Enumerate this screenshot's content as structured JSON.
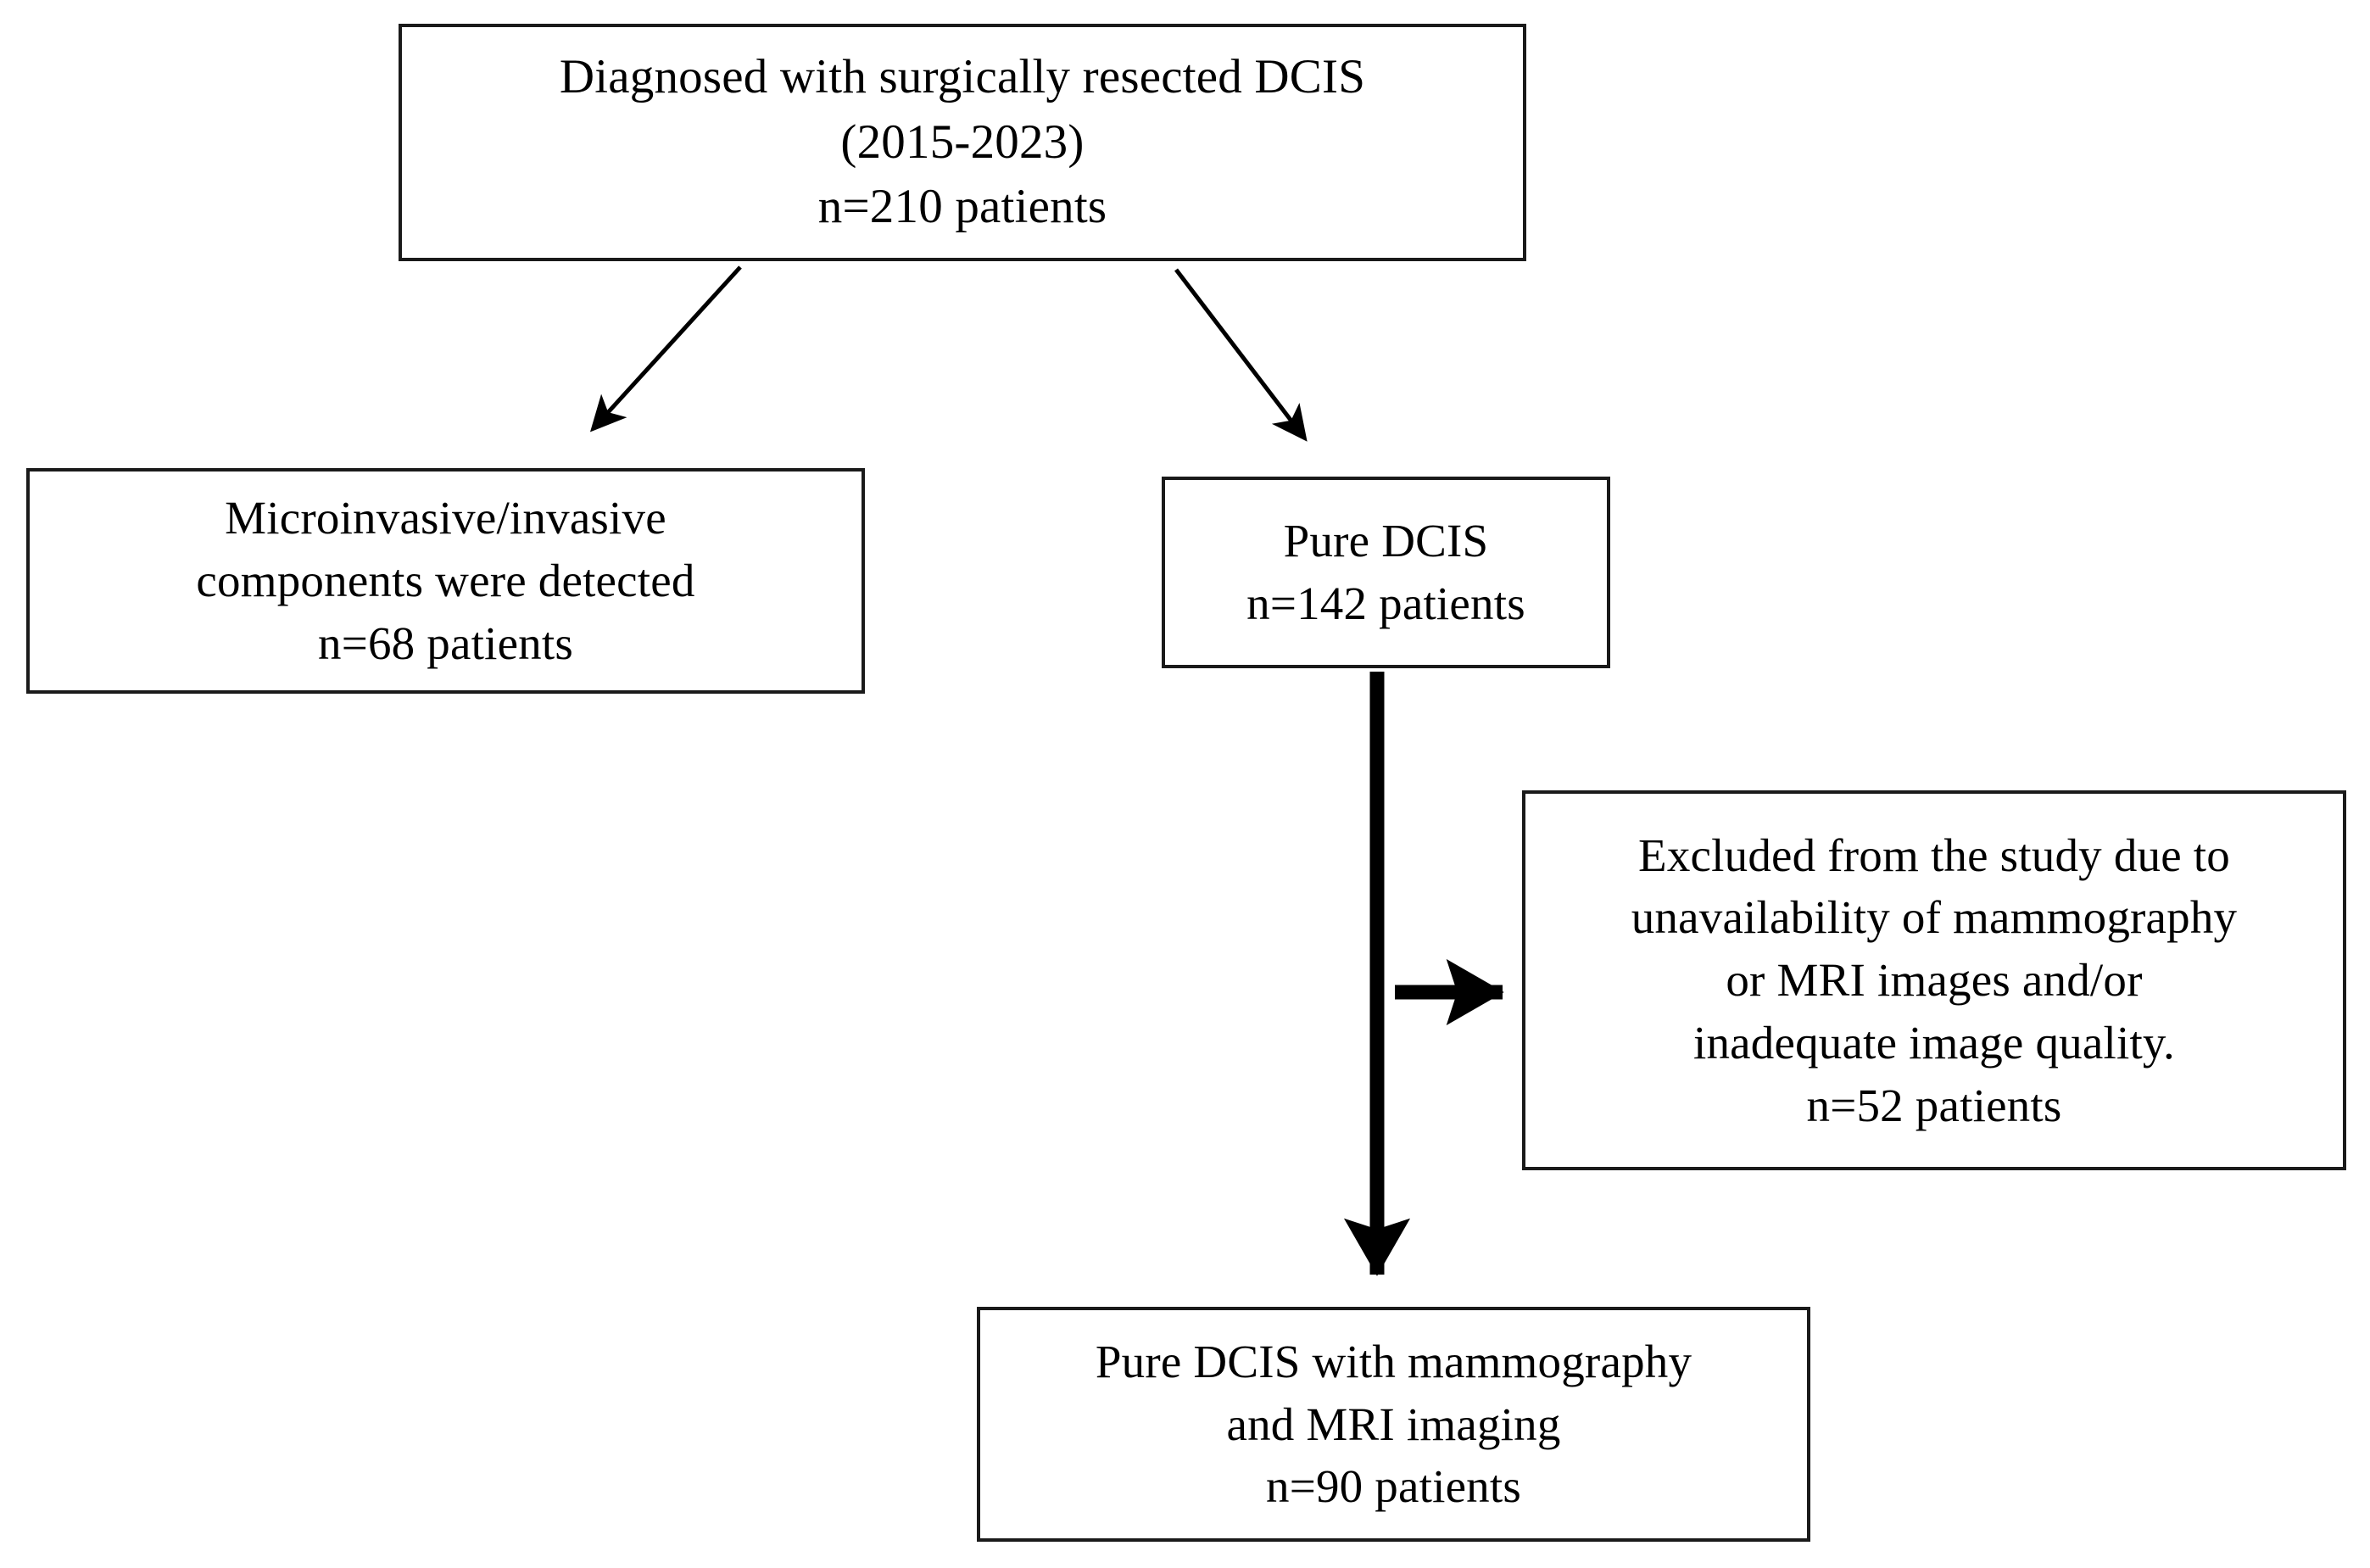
{
  "diagram": {
    "type": "flowchart",
    "title_present": false,
    "orientation": "top-down",
    "colors": {
      "box_border": "#1a1a1a",
      "box_fill": "#ffffff",
      "connector": "#000000",
      "text": "#000000"
    },
    "nodes": {
      "top": {
        "id": "diagnosed-dcis",
        "lines": [
          "Diagnosed with surgically resected DCIS",
          "(2015-2023)",
          "n=210 patients"
        ],
        "count": 210,
        "count_label": "n=210 patients"
      },
      "invasive": {
        "id": "microinvasive-invasive",
        "lines": [
          "Microinvasive/invasive",
          "components were detected",
          "n=68 patients"
        ],
        "count": 68,
        "count_label": "n=68 patients"
      },
      "pure": {
        "id": "pure-dcis",
        "lines": [
          "Pure DCIS",
          "n=142 patients"
        ],
        "count": 142,
        "count_label": "n=142 patients"
      },
      "excluded": {
        "id": "excluded-from-study",
        "lines": [
          "Excluded from the study due to",
          "unavailability of mammography",
          "or MRI images and/or",
          "inadequate image quality.",
          "n=52 patients"
        ],
        "count": 52,
        "count_label": "n=52 patients"
      },
      "final": {
        "id": "pure-dcis-with-imaging",
        "lines": [
          "Pure DCIS with mammography",
          "and MRI imaging",
          "n=90 patients"
        ],
        "count": 90,
        "count_label": "n=90 patients"
      }
    },
    "edges": [
      {
        "id": "edge-top-to-invasive",
        "from": "diagnosed-dcis",
        "to": "microinvasive-invasive",
        "style": "thin-diagonal-arrow",
        "label": ""
      },
      {
        "id": "edge-top-to-pure",
        "from": "diagnosed-dcis",
        "to": "pure-dcis",
        "style": "thin-diagonal-arrow",
        "label": ""
      },
      {
        "id": "edge-pure-to-excluded",
        "from": "pure-dcis",
        "to": "excluded-from-study",
        "style": "thick-horizontal-arrow",
        "label": ""
      },
      {
        "id": "edge-pure-to-final",
        "from": "pure-dcis",
        "to": "pure-dcis-with-imaging",
        "style": "thick-vertical-arrow",
        "label": ""
      }
    ]
  }
}
